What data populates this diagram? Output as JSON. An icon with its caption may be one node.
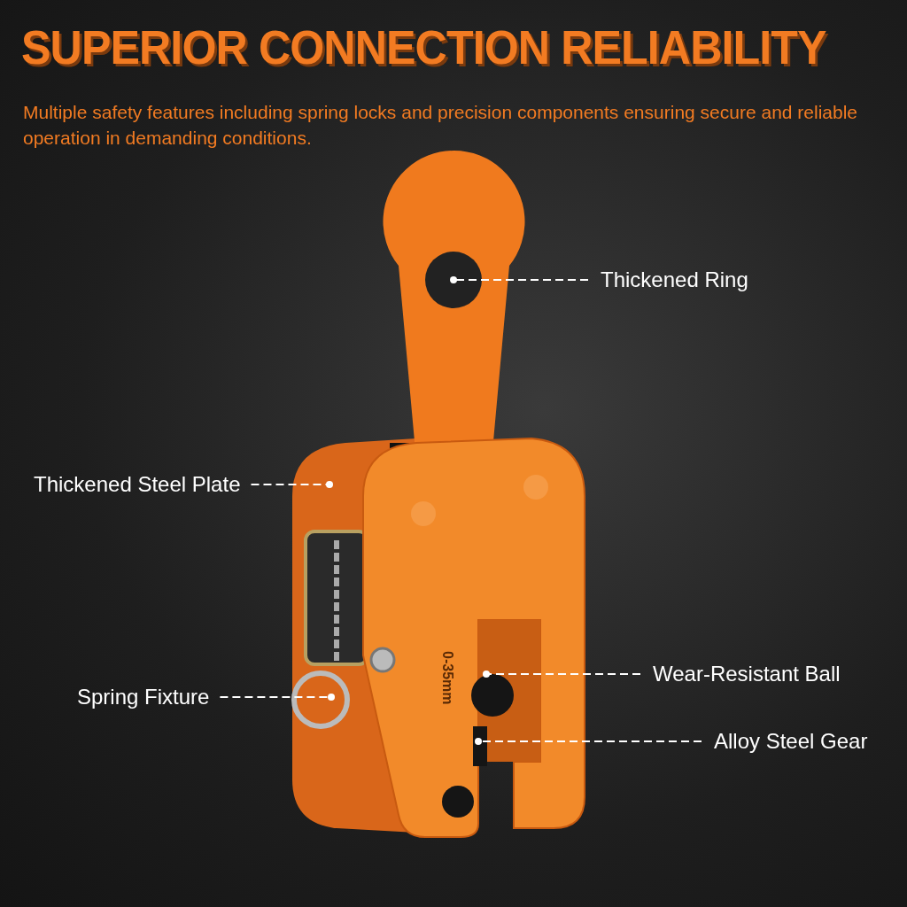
{
  "diagram": {
    "title": "SUPERIOR CONNECTION RELIABILITY",
    "caption": "Multiple safety features including spring locks and precision components ensuring secure and reliable operation in demanding conditions.",
    "nodes": [
      {
        "text": [
          "Thickened Ring"
        ]
      },
      {
        "text": [
          "Thickened Steel Plate"
        ]
      },
      {
        "text": [
          "Wear-Resistant Ball"
        ]
      },
      {
        "text": [
          "Spring Fixture"
        ]
      },
      {
        "text": [
          "Alloy Steel Gear"
        ]
      }
    ],
    "edges": [
      {
        "from": 0,
        "to": null,
        "arrow": "other",
        "style": "dashed"
      },
      {
        "from": 1,
        "to": null,
        "arrow": "other",
        "style": "dashed"
      },
      {
        "from": 2,
        "to": null,
        "arrow": "other",
        "style": "dashed"
      },
      {
        "from": 3,
        "to": null,
        "arrow": "other",
        "style": "dashed"
      },
      {
        "from": 4,
        "to": null,
        "arrow": "other",
        "style": "dashed"
      }
    ],
    "labels": [
      "0-35mm"
    ]
  }
}
